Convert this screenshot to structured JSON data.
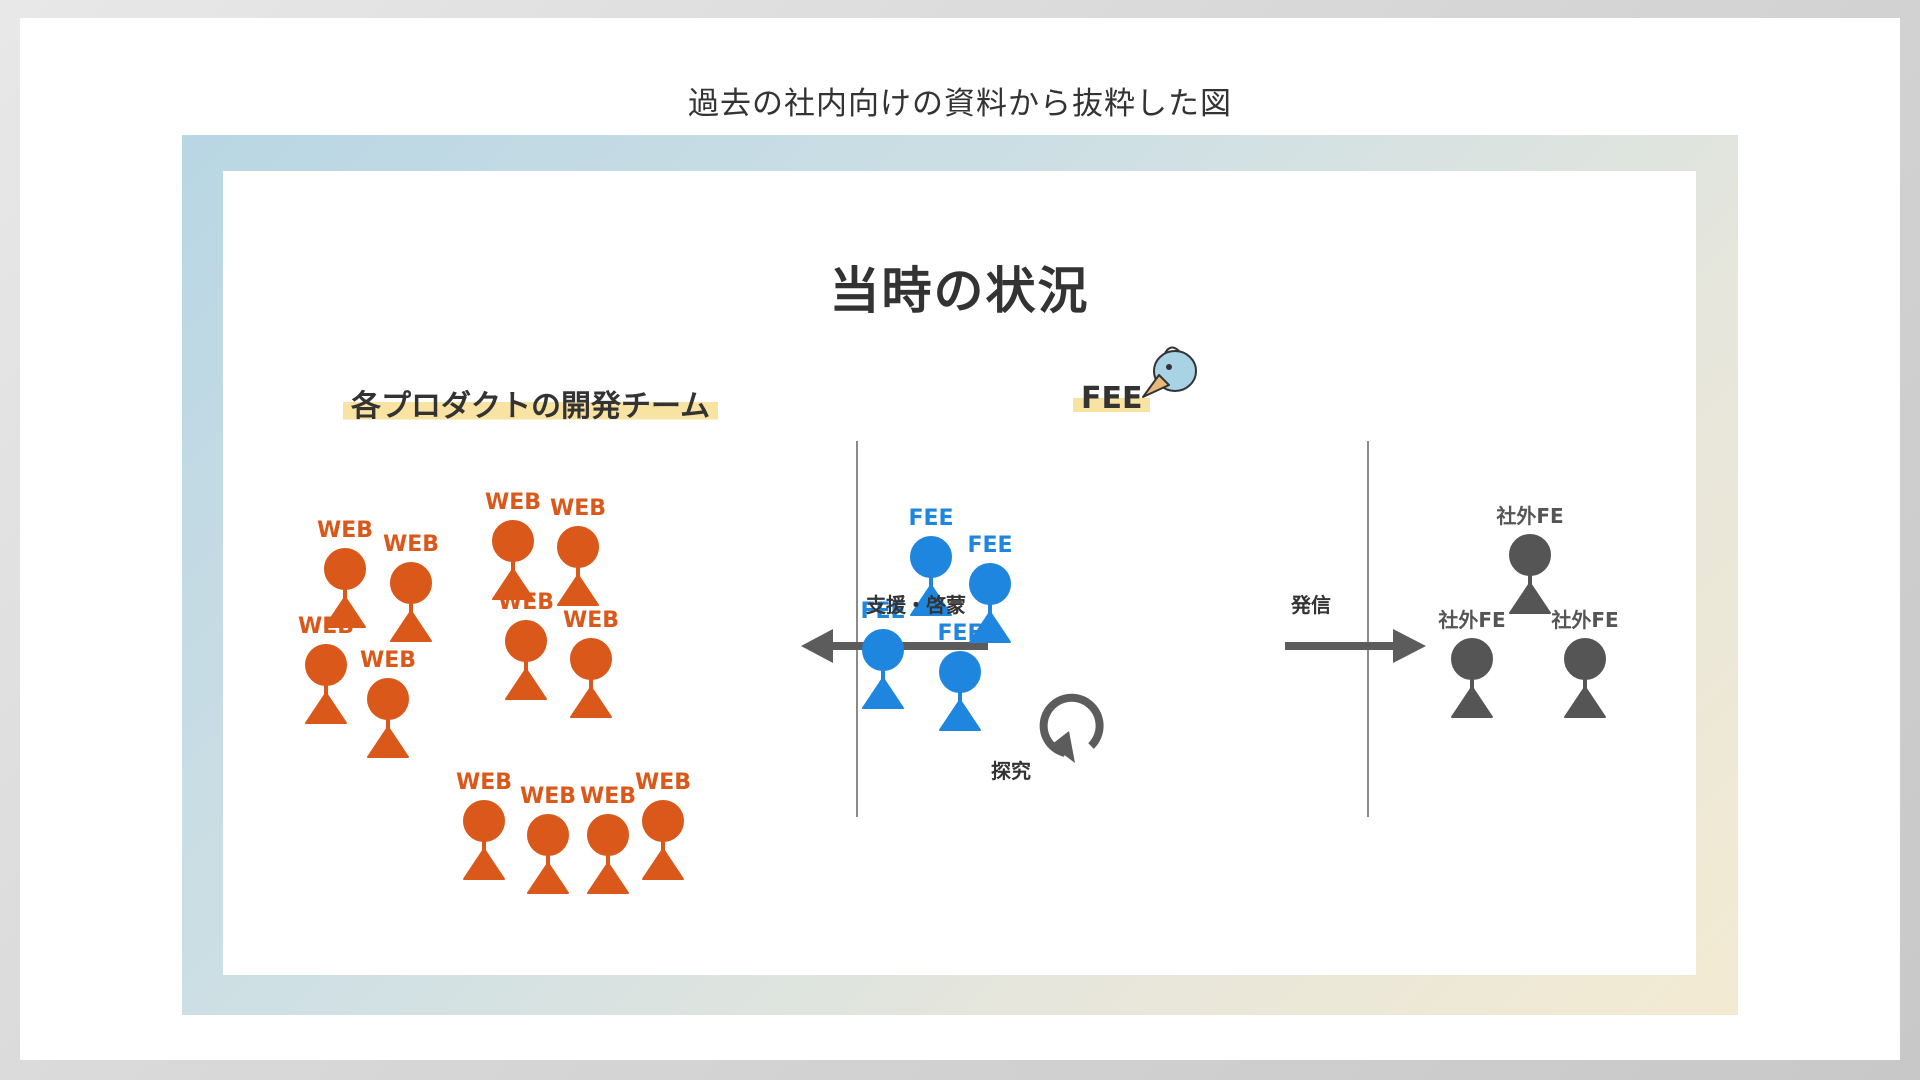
{
  "caption": "過去の社内向けの資料から抜粋した図",
  "slide": {
    "title": "当時の状況",
    "left_section": "各プロダクトの開発チーム",
    "center_section": "FEE",
    "support_label": "支援・啓蒙",
    "publish_label": "発信",
    "explore_label": "探究"
  },
  "figures": {
    "web_label": "WEB",
    "fee_label": "FEE",
    "external_label": "社外FE",
    "web_count": 12,
    "fee_count": 4,
    "external_count": 3
  },
  "colors": {
    "web": "#d9581a",
    "fee": "#1f86e0",
    "external": "#555555",
    "arrow": "#5c5c5c",
    "highlight": "#f9e3a2"
  },
  "icons": {
    "mascot": "shoebill-bird-icon"
  }
}
